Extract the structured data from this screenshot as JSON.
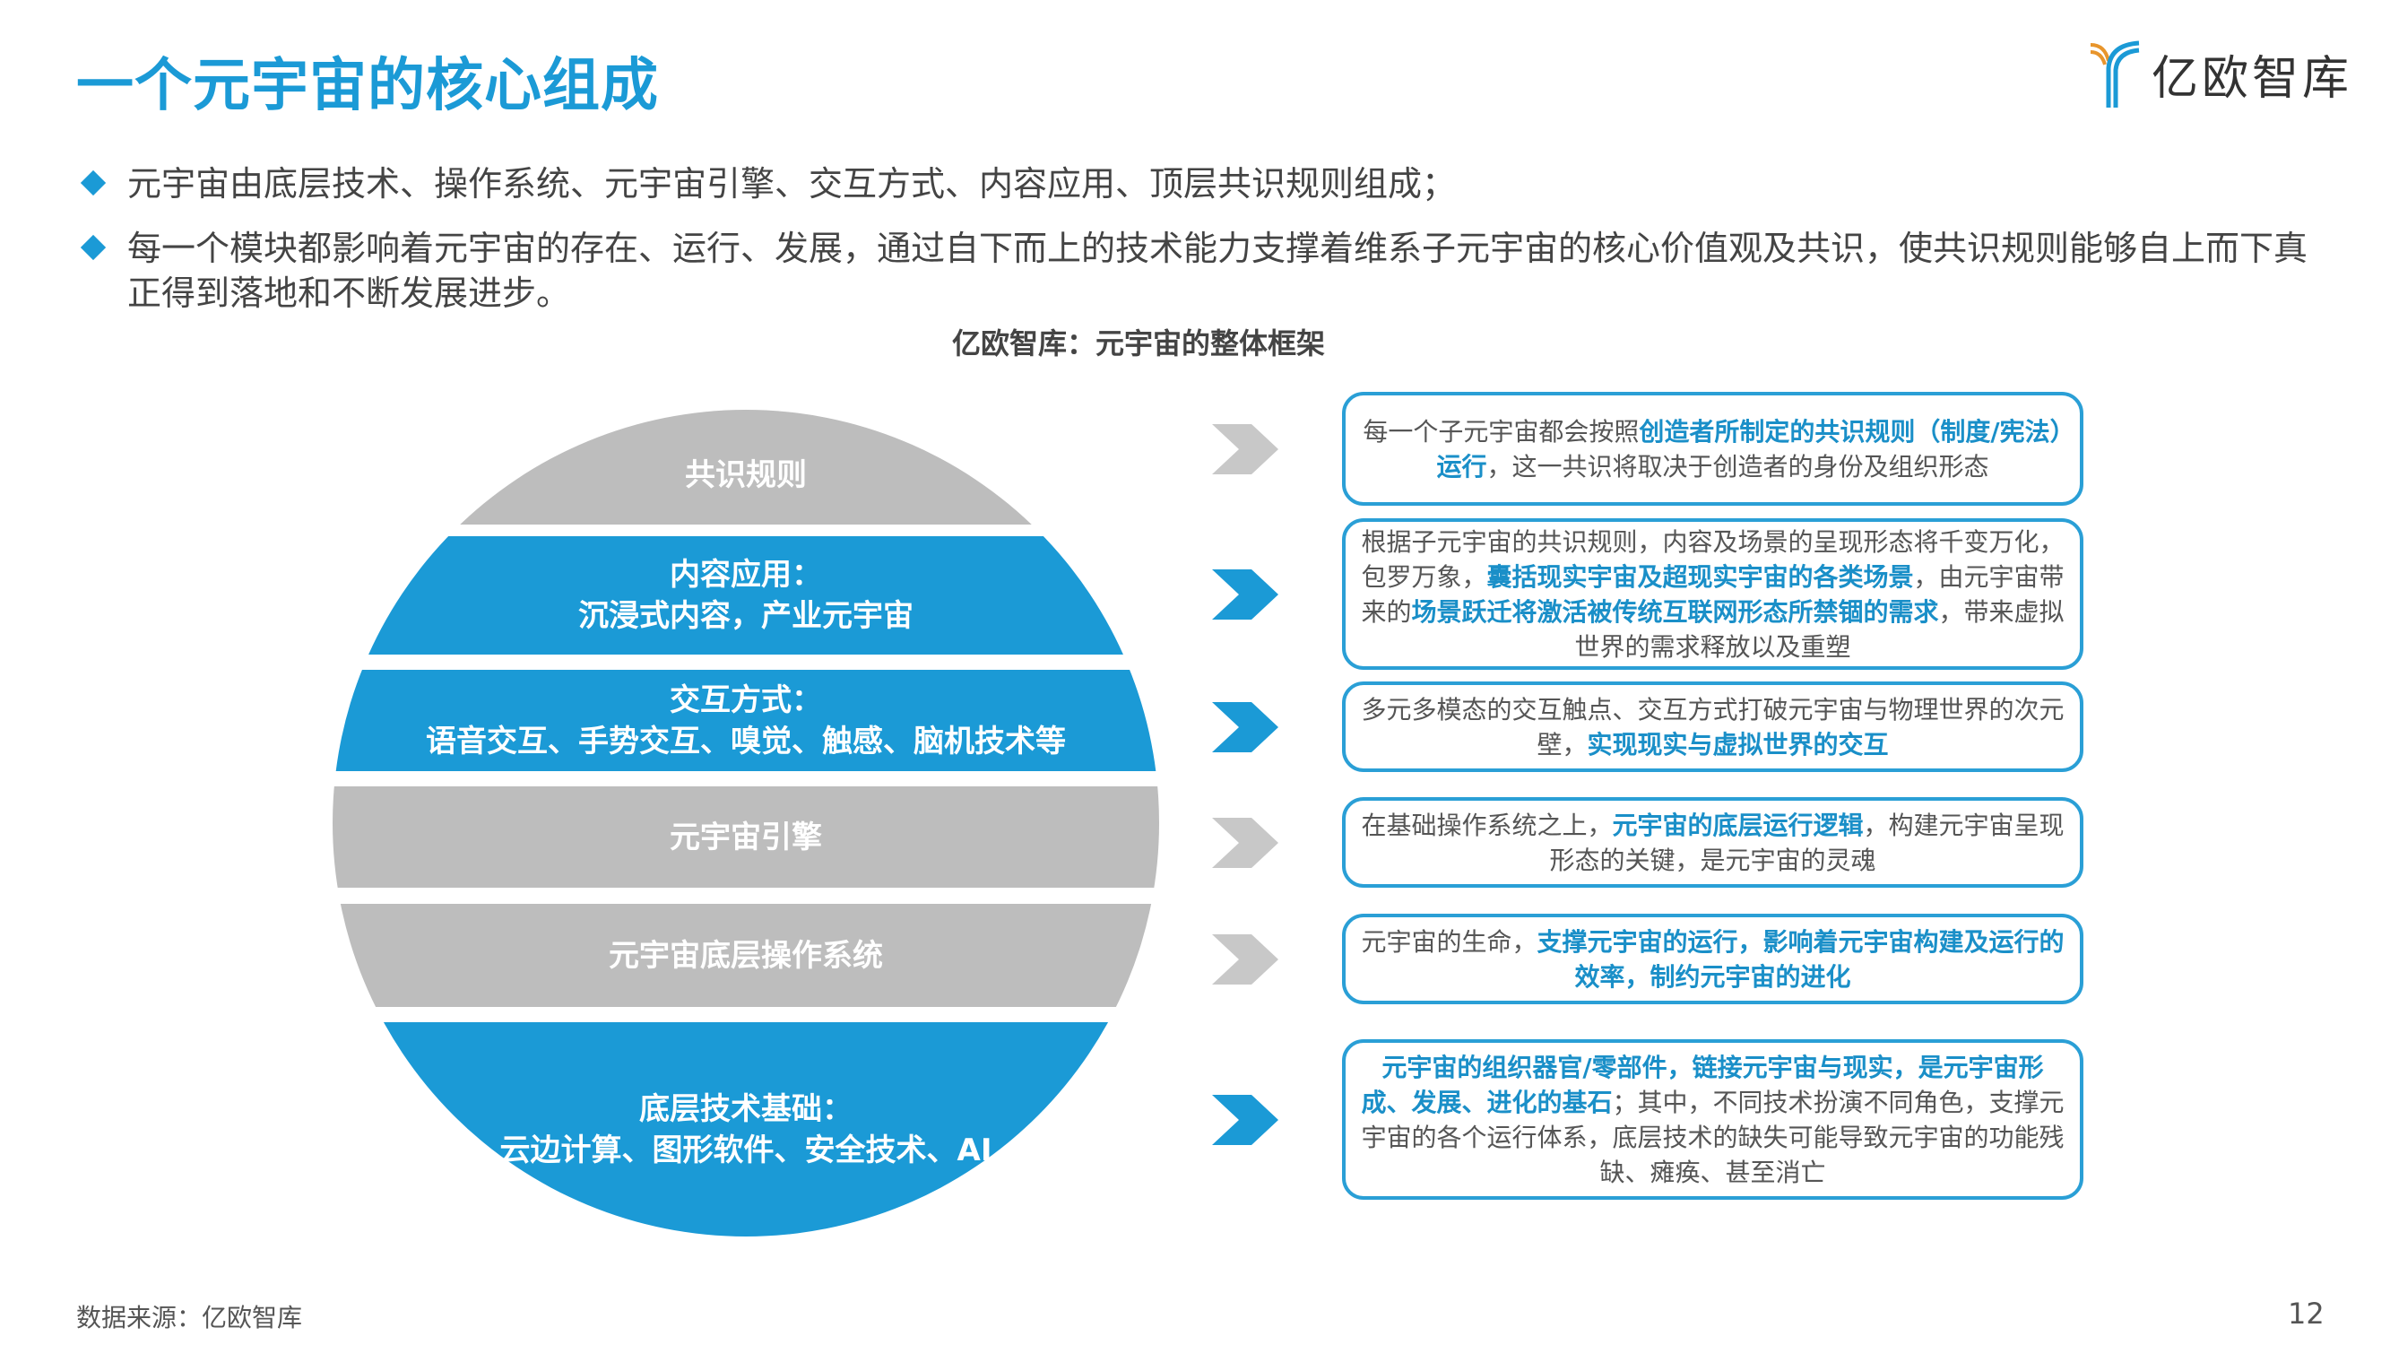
{
  "title": "一个元宇宙的核心组成",
  "logo": {
    "text": "亿欧智库"
  },
  "bullets": [
    "元宇宙由底层技术、操作系统、元宇宙引擎、交互方式、内容应用、顶层共识规则组成；",
    "每一个模块都影响着元宇宙的存在、运行、发展，通过自下而上的技术能力支撑着维系子元宇宙的核心价值观及共识，使共识规则能够自上而下真正得到落地和不断发展进步。"
  ],
  "diagram_title": "亿欧智库：元宇宙的整体框架",
  "layers": [
    {
      "line1": "共识规则",
      "line2": "",
      "color": "#bdbdbd",
      "arrow": "#c8c8c8"
    },
    {
      "line1": "内容应用：",
      "line2": "沉浸式内容，产业元宇宙",
      "color": "#1b9ad6",
      "arrow": "#1b9ad6"
    },
    {
      "line1": "交互方式：",
      "line2": "语音交互、手势交互、嗅觉、触感、脑机技术等",
      "color": "#1b9ad6",
      "arrow": "#1b9ad6"
    },
    {
      "line1": "元宇宙引擎",
      "line2": "",
      "color": "#bdbdbd",
      "arrow": "#c8c8c8"
    },
    {
      "line1": "元宇宙底层操作系统",
      "line2": "",
      "color": "#bdbdbd",
      "arrow": "#c8c8c8"
    },
    {
      "line1": "底层技术基础：",
      "line2": "云边计算、图形软件、安全技术、AI",
      "color": "#1b9ad6",
      "arrow": "#1b9ad6"
    }
  ],
  "descriptions": [
    [
      {
        "t": "每一个子元宇宙都会按照",
        "b": false
      },
      {
        "t": "创造者所制定的共识规则（制度/宪法）运行",
        "b": true
      },
      {
        "t": "，这一共识将取决于创造者的身份及组织形态",
        "b": false
      }
    ],
    [
      {
        "t": "根据子元宇宙的共识规则，内容及场景的呈现形态将千变万化，包罗万象，",
        "b": false
      },
      {
        "t": "囊括现实宇宙及超现实宇宙的各类场景",
        "b": true
      },
      {
        "t": "，由元宇宙带来的",
        "b": false
      },
      {
        "t": "场景跃迁将激活被传统互联网形态所禁锢的需求",
        "b": true
      },
      {
        "t": "，带来虚拟世界的需求释放以及重塑",
        "b": false
      }
    ],
    [
      {
        "t": "多元多模态的交互触点、交互方式打破元宇宙与物理世界的次元壁，",
        "b": false
      },
      {
        "t": "实现现实与虚拟世界的交互",
        "b": true
      }
    ],
    [
      {
        "t": "在基础操作系统之上，",
        "b": false
      },
      {
        "t": "元宇宙的底层运行逻辑",
        "b": true
      },
      {
        "t": "，构建元宇宙呈现形态的关键，是元宇宙的灵魂",
        "b": false
      }
    ],
    [
      {
        "t": "元宇宙的生命，",
        "b": false
      },
      {
        "t": "支撑元宇宙的运行，影响着元宇宙构建及运行的效率，制约元宇宙的进化",
        "b": true
      }
    ],
    [
      {
        "t": "元宇宙的组织器官/零部件，链接元宇宙与现实，是元宇宙形成、发展、进化的基石",
        "b": true
      },
      {
        "t": "；其中，不同技术扮演不同角色，支撑元宇宙的各个运行体系，底层技术的缺失可能导致元宇宙的功能残缺、瘫痪、甚至消亡",
        "b": false
      }
    ]
  ],
  "footer": {
    "source": "数据来源：亿欧智库",
    "page": "12"
  }
}
